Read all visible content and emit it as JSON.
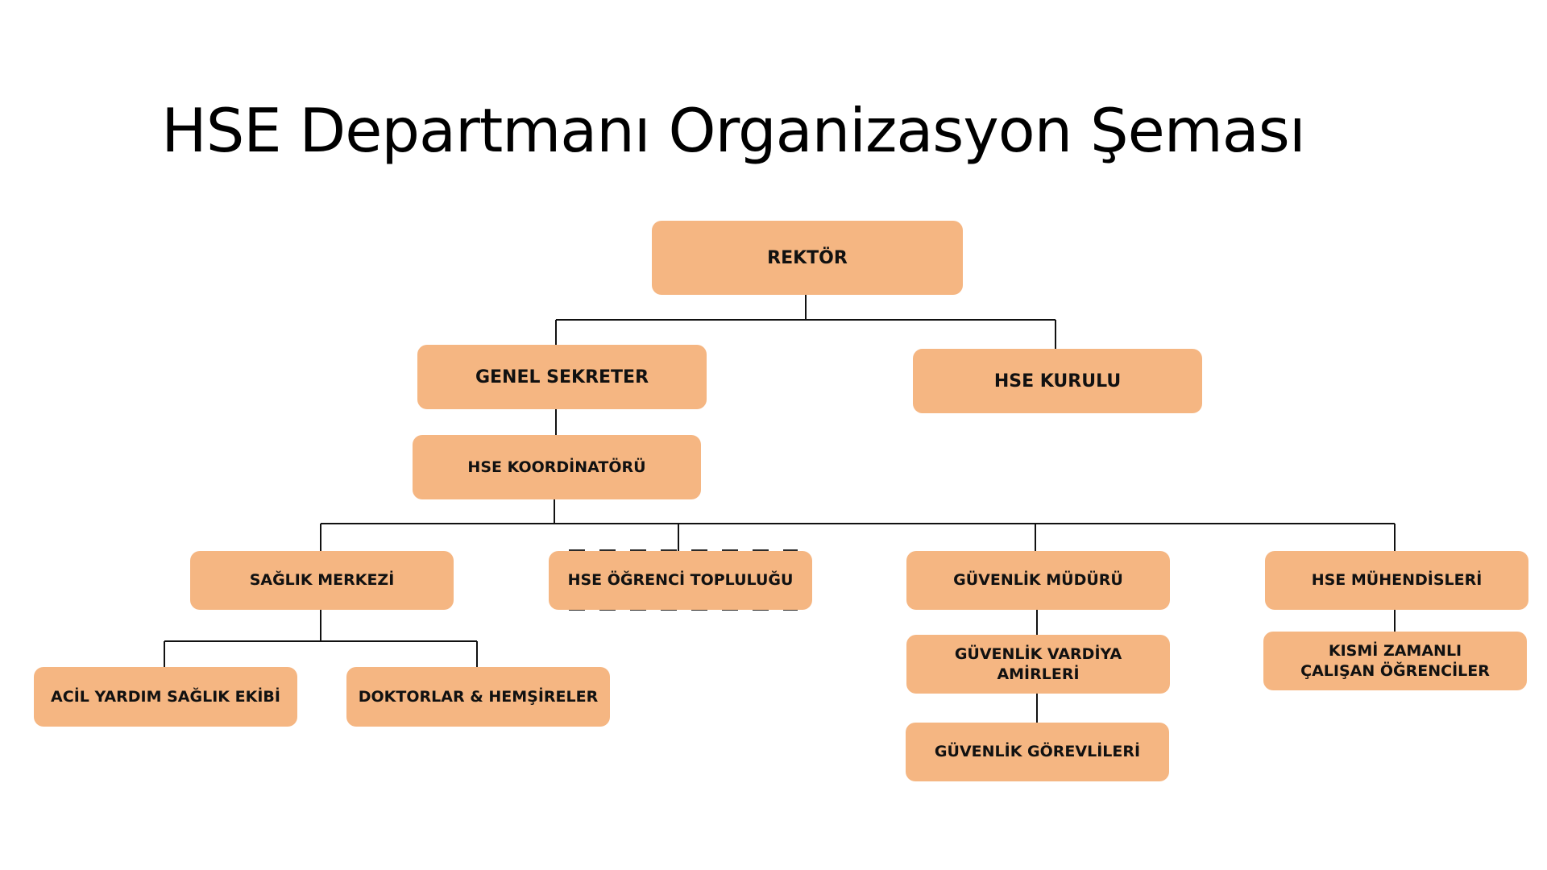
{
  "title": "HSE Departmanı Organizasyon Şeması",
  "colors": {
    "node_fill": "#f5b682",
    "line": "#111111",
    "title": "#000000"
  },
  "nodes": {
    "rektor": "REKTÖR",
    "genel_sekreter": "GENEL SEKRETER",
    "hse_kurulu": "HSE KURULU",
    "hse_koordinatoru": "HSE KOORDİNATÖRÜ",
    "saglik_merkezi": "SAĞLIK MERKEZİ",
    "hse_ogrenci_toplulugu": "HSE ÖĞRENCİ TOPLULUĞU",
    "guvenlik_muduru": "GÜVENLİK MÜDÜRÜ",
    "hse_muhendisleri": "HSE MÜHENDİSLERİ",
    "acil_yardim": "ACİL YARDIM SAĞLIK EKİBİ",
    "doktorlar": "DOKTORLAR & HEMŞİRELER",
    "vardiya_amirleri": "GÜVENLİK VARDİYA AMİRLERİ",
    "kismi_zamanli": "KISMİ ZAMANLI\nÇALIŞAN ÖĞRENCİLER",
    "guvenlik_gorevlileri": "GÜVENLİK GÖREVLİLERİ"
  }
}
